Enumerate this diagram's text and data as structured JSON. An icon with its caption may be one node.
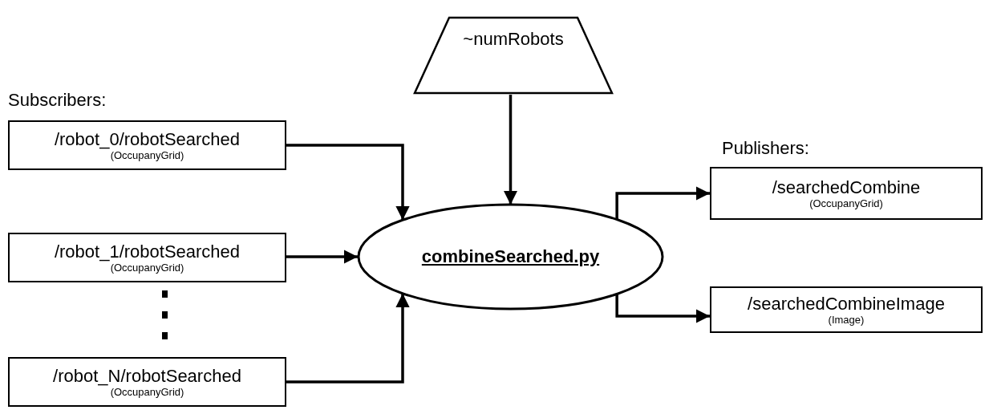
{
  "diagram": {
    "nodes": [
      {
        "text": [
          "~numRobots"
        ]
      },
      {
        "text": [
          "/robot_0/robotSearched",
          "(OccupanyGrid)"
        ]
      },
      {
        "text": [
          "/robot_1/robotSearched",
          "(OccupanyGrid)"
        ]
      },
      {
        "text": [
          "/robot_N/robotSearched",
          "(OccupanyGrid)"
        ]
      },
      {
        "text": [
          "combineSearched.py"
        ]
      },
      {
        "text": [
          "/searchedCombine",
          "(OccupanyGrid)"
        ]
      },
      {
        "text": [
          "/searchedCombineImage",
          "(Image)"
        ]
      }
    ],
    "edges": [
      {
        "from": 0,
        "to": 4,
        "arrow": "to"
      },
      {
        "from": 1,
        "to": 4,
        "arrow": "to"
      },
      {
        "from": 2,
        "to": 4,
        "arrow": "to"
      },
      {
        "from": 3,
        "to": 4,
        "arrow": "to"
      },
      {
        "from": 4,
        "to": 5,
        "arrow": "to"
      },
      {
        "from": 4,
        "to": 6,
        "arrow": "to"
      }
    ],
    "labels": [
      "Subscribers:",
      "Publishers:"
    ]
  }
}
